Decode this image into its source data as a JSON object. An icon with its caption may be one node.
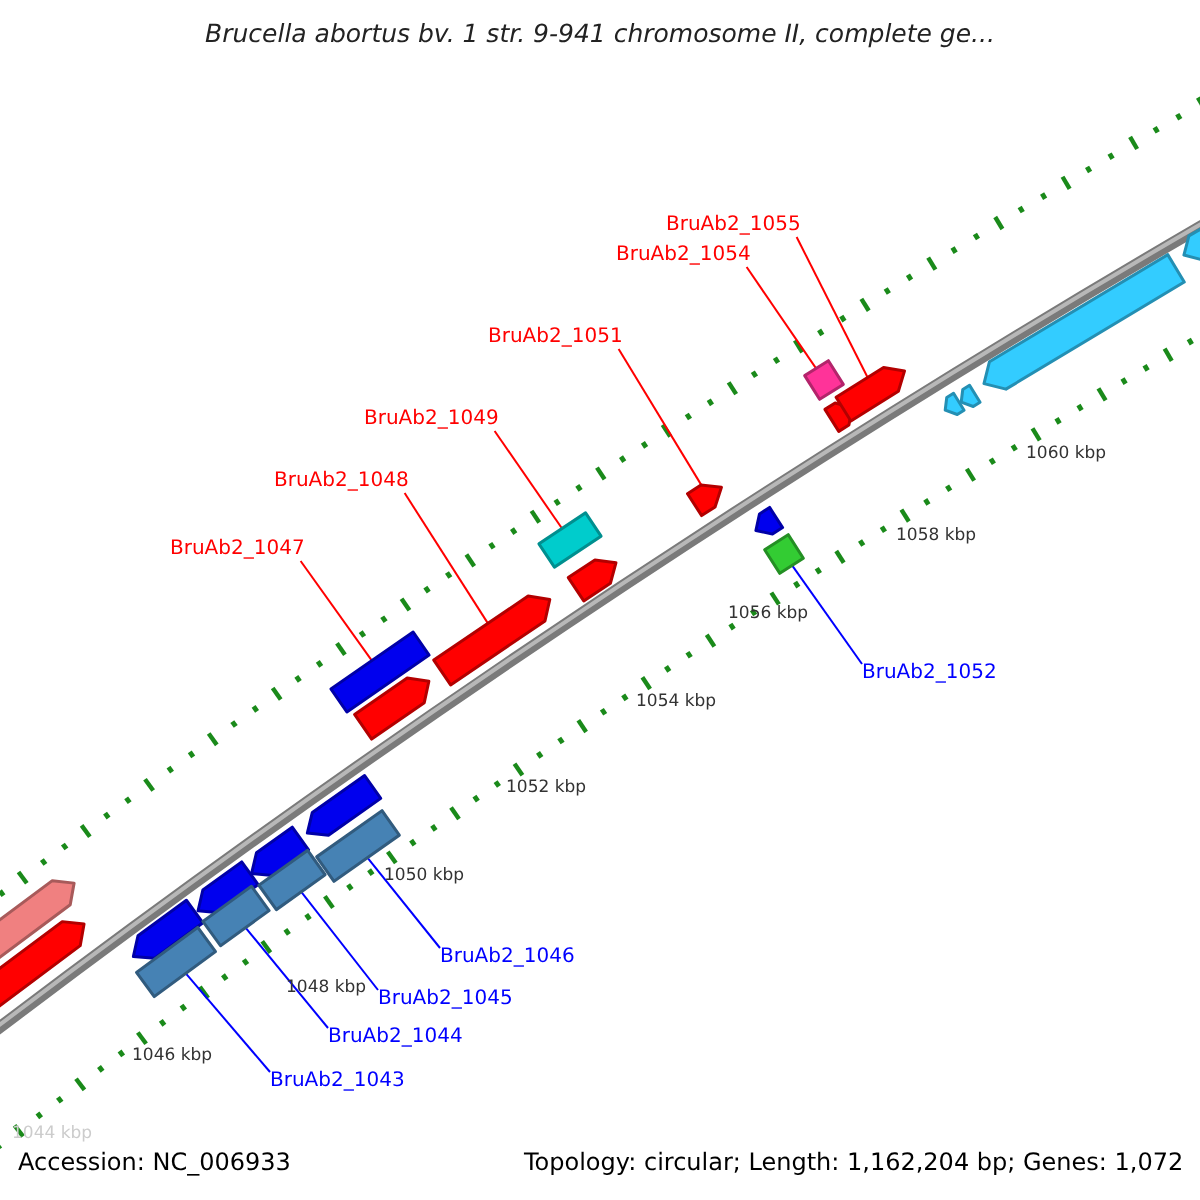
{
  "diagram": {
    "title": "Brucella abortus bv. 1 str. 9-941 chromosome II, complete ge...",
    "nodes": [
      {
        "text": [
          "BruAb2_1055"
        ]
      },
      {
        "text": [
          "BruAb2_1054"
        ]
      },
      {
        "text": [
          "BruAb2_1051"
        ]
      },
      {
        "text": [
          "BruAb2_1049"
        ]
      },
      {
        "text": [
          "BruAb2_1048"
        ]
      },
      {
        "text": [
          "BruAb2_1047"
        ]
      },
      {
        "text": [
          "BruAb2_1052"
        ]
      },
      {
        "text": [
          "BruAb2_1046"
        ]
      },
      {
        "text": [
          "BruAb2_1045"
        ]
      },
      {
        "text": [
          "BruAb2_1044"
        ]
      },
      {
        "text": [
          "BruAb2_1043"
        ]
      },
      {
        "text": [],
        "shape": "arrow"
      },
      {
        "text": [],
        "shape": "arrow"
      },
      {
        "text": [],
        "shape": "arrow"
      },
      {
        "text": [],
        "shape": "box"
      },
      {
        "text": [],
        "shape": "arrow"
      },
      {
        "text": [],
        "shape": "box"
      },
      {
        "text": [],
        "shape": "arrow"
      },
      {
        "text": [],
        "shape": "box"
      },
      {
        "text": [],
        "shape": "arrow"
      },
      {
        "text": [],
        "shape": "box"
      },
      {
        "text": [],
        "shape": "box"
      },
      {
        "text": [],
        "shape": "arrow"
      },
      {
        "text": [],
        "shape": "arrow"
      },
      {
        "text": [],
        "shape": "box"
      },
      {
        "text": [],
        "shape": "arrow"
      },
      {
        "text": [],
        "shape": "arrow"
      },
      {
        "text": [],
        "shape": "arrow"
      },
      {
        "text": [],
        "shape": "box"
      },
      {
        "text": [],
        "shape": "box"
      },
      {
        "text": [],
        "shape": "arrow"
      },
      {
        "text": [],
        "shape": "arrow"
      },
      {
        "text": [],
        "shape": "arrow"
      },
      {
        "text": [],
        "shape": "arrow"
      },
      {
        "text": [],
        "shape": "arrow"
      },
      {
        "text": [],
        "shape": "arrow"
      }
    ],
    "edges": [
      {
        "from": 0,
        "to": 31,
        "arrow": "none"
      },
      {
        "from": 1,
        "to": 29,
        "arrow": "none"
      },
      {
        "from": 2,
        "to": 26,
        "arrow": "none"
      },
      {
        "from": 3,
        "to": 24,
        "arrow": "none"
      },
      {
        "from": 4,
        "to": 23,
        "arrow": "none"
      },
      {
        "from": 5,
        "to": 21,
        "arrow": "none"
      },
      {
        "from": 6,
        "to": 28,
        "arrow": "none",
        "color": "#0000ff"
      },
      {
        "from": 7,
        "to": 20,
        "arrow": "none",
        "color": "#0000ff"
      },
      {
        "from": 8,
        "to": 18,
        "arrow": "none",
        "color": "#0000ff"
      },
      {
        "from": 9,
        "to": 16,
        "arrow": "none",
        "color": "#0000ff"
      },
      {
        "from": 10,
        "to": 14,
        "arrow": "none",
        "color": "#0000ff"
      }
    ],
    "labels": [
      "1060 kbp",
      "1058 kbp",
      "1056 kbp",
      "1054 kbp",
      "1052 kbp",
      "1050 kbp",
      "1048 kbp",
      "1046 kbp",
      "1044 kbp",
      "Accession: NC_006933",
      "Topology: circular; Length: 1,162,204 bp; Genes: 1,072"
    ]
  }
}
